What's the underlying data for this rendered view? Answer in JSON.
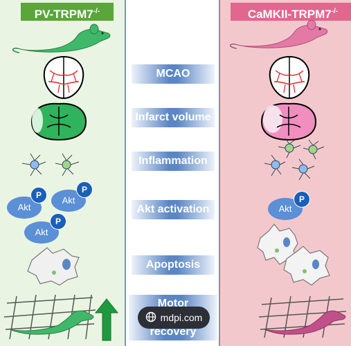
{
  "left": {
    "title_base": "PV-TRPM7",
    "title_sup": "-/-",
    "akt_label": "Akt",
    "p_label": "P"
  },
  "right": {
    "title_base": "CaMKII-TRPM7",
    "title_sup": "-/-",
    "akt_label": "Akt",
    "p_label": "P"
  },
  "steps": {
    "mcao": "MCAO",
    "infarct": "Infarct volume",
    "inflammation": "Inflammation",
    "akt": "Akt activation",
    "apoptosis": "Apoptosis",
    "motor_top": "Motor",
    "motor_bottom": "recovery"
  },
  "badge": {
    "label": "mdpi.com",
    "icon": "globe-icon"
  },
  "colors": {
    "green": "#5aa63a",
    "pink": "#e2678e",
    "blue": "#5b86c4"
  }
}
